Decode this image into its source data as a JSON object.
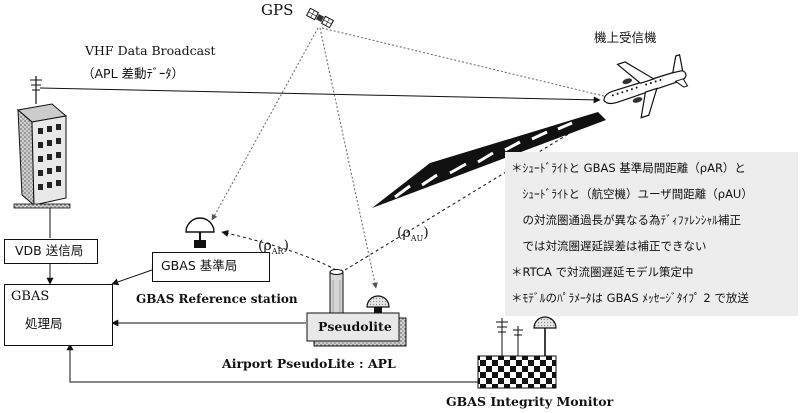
{
  "labels": {
    "gps": "GPS",
    "vhf_line1": "VHF Data Broadcast",
    "vhf_line2": "（APL 差動ﾃﾞｰﾀ）",
    "aircraft_receiver": "機上受信機",
    "vdb_station": "VDB 送信局",
    "gbas_processing_line1": "GBAS",
    "gbas_processing_line2": "処理局",
    "gbas_reference_station_jp": "GBAS 基準局",
    "gbas_reference_station_en": "GBAS Reference station",
    "rho_ar": "(ρ",
    "rho_ar_sub": "AR",
    "rho_ar_close": ")",
    "rho_au": "(ρ",
    "rho_au_sub": "AU",
    "rho_au_close": ")",
    "pseudolite": "Pseudolite",
    "airport_pseudolite": "Airport PseudoLite : APL",
    "integrity_monitor": "GBAS Integrity Monitor"
  },
  "notes": [
    "＊ｼｭｰﾄﾞﾗｲﾄと GBAS 基準局間距離（ρAR）と",
    "　ｼｭｰﾄﾞﾗｲﾄと（航空機）ユーザ間距離（ρAU）",
    "　の対流圏通過長が異なる為ﾃﾞｨﾌｧﾚﾝｼｬﾙ補正",
    "　では対流圏遅延誤差は補正できない",
    "＊RTCA で対流圏遅延モデル策定中",
    "＊ﾓﾃﾞﾙのﾊﾟﾗﾒｰﾀは GBAS ﾒｯｾｰｼﾞﾀｲﾌﾟ 2 で放送"
  ]
}
